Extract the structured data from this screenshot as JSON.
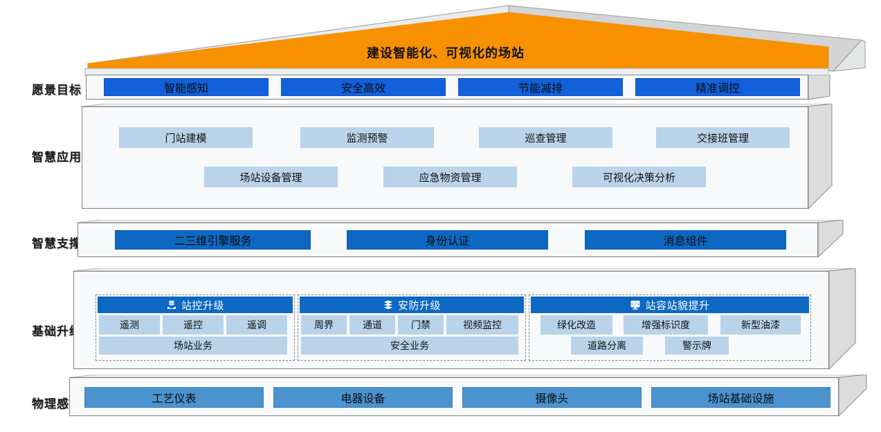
{
  "diagram": {
    "title": "建设智能化、可视化的场站",
    "colors": {
      "roof_accent": "#F79100",
      "vision_blue": "#1260DC",
      "support_blue": "#0D68C4",
      "physical_blue": "#4A93CF",
      "app_chip": "#B9D3EA",
      "slab_face": "#F7F9FB",
      "slab_side": "#DCDCDC"
    },
    "layers": [
      {
        "label": "愿景目标",
        "items": [
          {
            "text": "智能感知"
          },
          {
            "text": "安全高效"
          },
          {
            "text": "节能减排"
          },
          {
            "text": "精准调控"
          }
        ]
      },
      {
        "label": "智慧应用",
        "row1": [
          {
            "text": "门站建模"
          },
          {
            "text": "监测预警"
          },
          {
            "text": "巡查管理"
          },
          {
            "text": "交接班管理"
          }
        ],
        "row2": [
          {
            "text": "场站设备管理"
          },
          {
            "text": "应急物资管理"
          },
          {
            "text": "可视化决策分析"
          }
        ]
      },
      {
        "label": "智慧支撑",
        "items": [
          {
            "text": "二三维引擎服务"
          },
          {
            "text": "身份认证"
          },
          {
            "text": "消息组件"
          }
        ]
      },
      {
        "label": "基础升级",
        "groups": [
          {
            "title": "站控升级",
            "icon": "database-stack-icon",
            "chips": [
              "遥测",
              "遥控",
              "遥调"
            ],
            "footer": [
              "场站业务"
            ]
          },
          {
            "title": "安防升级",
            "icon": "layers-stack-icon",
            "chips": [
              "周界",
              "通道",
              "门禁",
              "视频监控"
            ],
            "footer": [
              "安全业务"
            ]
          },
          {
            "title": "站容站貌提升",
            "icon": "code-monitor-icon",
            "chips": [
              "绿化改造",
              "增强标识度",
              "新型油漆"
            ],
            "footer": [
              "道路分离",
              "警示牌"
            ]
          }
        ]
      },
      {
        "label": "物理感知",
        "items": [
          {
            "text": "工艺仪表"
          },
          {
            "text": "电器设备"
          },
          {
            "text": "摄像头"
          },
          {
            "text": "场站基础设施"
          }
        ]
      }
    ]
  }
}
